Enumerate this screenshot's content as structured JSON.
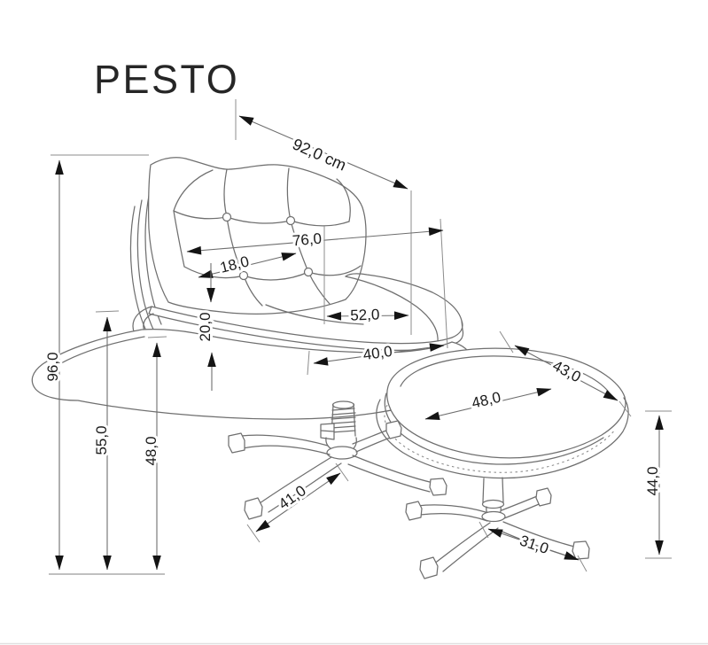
{
  "title": "PESTO",
  "unit": "cm",
  "colors": {
    "background": "#ffffff",
    "drawing_line": "#6f6f6f",
    "dimension_line": "#6e6e6e",
    "arrowhead": "#141414",
    "label_text": "#1b1b1b",
    "title_text": "#262626"
  },
  "dimensions": {
    "overall_depth": "92,0 cm",
    "backrest_width": "76,0",
    "tufting_spacing": "18,0",
    "seat_width": "52,0",
    "seat_depth": "40,0",
    "armrest_thickness": "20,0",
    "overall_height": "96,0",
    "armrest_height": "55,0",
    "seat_shell_height": "48,0",
    "chair_base_leg_span": "41,0",
    "ottoman_depth": "43,0",
    "ottoman_width": "48,0",
    "ottoman_height": "44,0",
    "ottoman_base_leg_span": "31,0"
  }
}
